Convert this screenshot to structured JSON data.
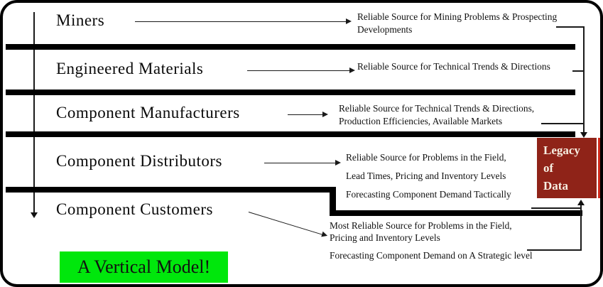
{
  "title": "Vertical supply chain model diagram",
  "levels": [
    {
      "label": "Miners",
      "notes": [
        "Reliable Source for Mining Problems & Prospecting",
        "Developments"
      ]
    },
    {
      "label": "Engineered Materials",
      "notes": [
        "Reliable Source for Technical Trends & Directions"
      ]
    },
    {
      "label": "Component Manufacturers",
      "notes": [
        "Reliable Source for Technical Trends & Directions,",
        "Production Efficiencies, Available Markets"
      ]
    },
    {
      "label": "Component Distributors",
      "notes": [
        "Reliable Source for Problems in the Field,",
        "Lead Times, Pricing and Inventory Levels",
        "Forecasting Component Demand Tactically"
      ]
    },
    {
      "label": "Component Customers",
      "notes": [
        "Most Reliable Source for Problems in the Field,",
        "Pricing and Inventory Levels",
        "Forecasting Component Demand on A Strategic level"
      ]
    }
  ],
  "legacy_box": {
    "lines": [
      "Legacy",
      "of",
      "Data"
    ],
    "bg_color": "#8f2318",
    "stripe_color": "#cf2b1d",
    "text_color": "#f7efe2"
  },
  "banner": {
    "label": "A Vertical Model!",
    "bg_color": "#00e70c",
    "text_color": "#111111"
  },
  "colors": {
    "separator_bar": "#000000",
    "line": "#1a1a1a",
    "background": "#ffffff",
    "border": "#000000"
  }
}
